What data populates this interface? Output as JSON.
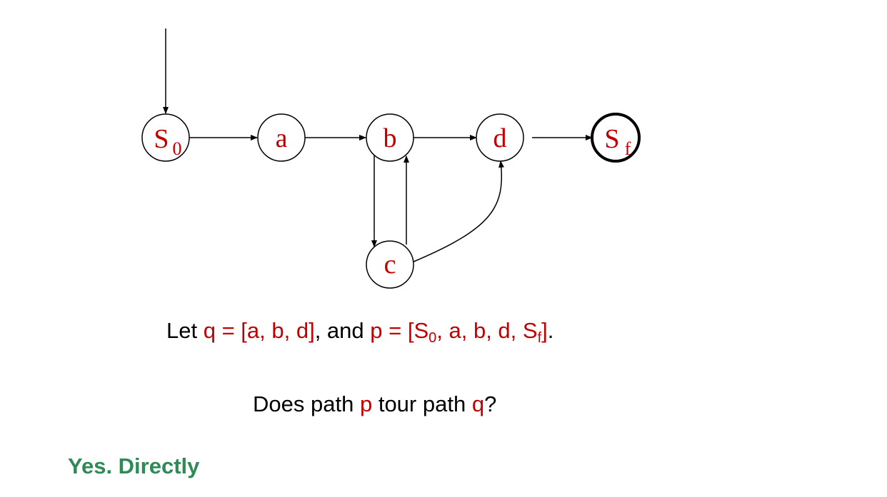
{
  "nodes": [
    {
      "id": "s0",
      "label": "S",
      "sub": "0",
      "final": false
    },
    {
      "id": "a",
      "label": "a",
      "sub": "",
      "final": false
    },
    {
      "id": "b",
      "label": "b",
      "sub": "",
      "final": false
    },
    {
      "id": "d",
      "label": "d",
      "sub": "",
      "final": false
    },
    {
      "id": "sf",
      "label": "S",
      "sub": "f",
      "final": true
    },
    {
      "id": "c",
      "label": "c",
      "sub": "",
      "final": false
    }
  ],
  "edges": [
    {
      "from": "start",
      "to": "s0"
    },
    {
      "from": "s0",
      "to": "a"
    },
    {
      "from": "a",
      "to": "b"
    },
    {
      "from": "b",
      "to": "d"
    },
    {
      "from": "d",
      "to": "sf"
    },
    {
      "from": "b",
      "to": "c"
    },
    {
      "from": "c",
      "to": "b"
    },
    {
      "from": "c",
      "to": "d"
    }
  ],
  "text": {
    "line1": {
      "let": "Let",
      "q_eq": "q = [a, b, d]",
      "and": ", and",
      "p_eq_start": "p = [S",
      "p_sub0": "0",
      "p_mid": ", a, b, d, S",
      "p_subf": "f",
      "p_end": "]",
      "period": "."
    },
    "line2": {
      "does_path": "Does path",
      "p": "p",
      "tour_path": "tour path",
      "q": "q",
      "question": "?"
    },
    "answer": "Yes. Directly"
  },
  "colors": {
    "highlight": "#c00000",
    "answer": "#2e8b57",
    "stroke": "#000000"
  }
}
